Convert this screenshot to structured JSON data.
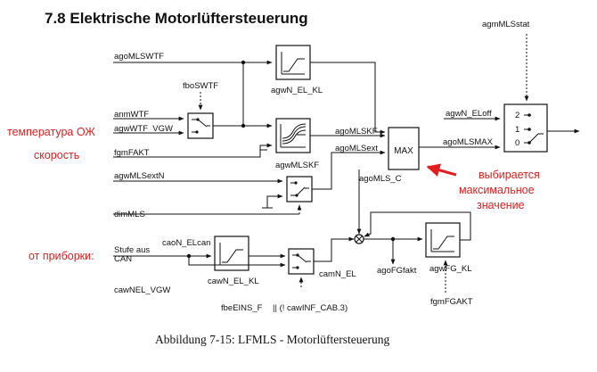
{
  "title": "7.8 Elektrische Motorlüftersteuerung",
  "caption": "Abbildung 7-15: LFMLS - Motorlüftersteuerung",
  "signals": {
    "agoMLSWTF": "agoMLSWTF",
    "fboSWTF": "fboSWTF",
    "anmWTF": "anmWTF",
    "agwWTF_VGW": "agwWTF_VGW",
    "fgmFAKT": "fgmFAKT",
    "agwMLSextN": "agwMLSextN",
    "dimMLS": "dimMLS",
    "agoMLSKF": "agoMLSKF",
    "agoMLSext": "agoMLSext",
    "agoMLS_C": "agoMLS_C",
    "agmMLSstat": "agmMLSstat",
    "agwN_ELoff": "agwN_ELoff",
    "agoMLSMAX": "agoMLSMAX",
    "stufe": "Stufe aus",
    "can": "CAN",
    "caoN_ELcan": "caoN_ELcan",
    "cawNEL_VGW": "cawNEL_VGW",
    "camN_EL": "camN_EL",
    "agoFGfakt": "agoFGfakt",
    "fgmFGAKT": "fgmFGAKT",
    "fbeEINS_F": "fbeEINS_F",
    "cawINF": "|| (! cawINF_CAB.3)"
  },
  "blocks": {
    "agwN_EL_KL": "agwN_EL_KL",
    "agwMLSKF": "agwMLSKF",
    "max": "MAX",
    "cawN_EL_KL": "cawN_EL_KL",
    "agwFG_KL": "agwFG_KL"
  },
  "switch_labels": [
    "2",
    "1",
    "0"
  ],
  "annotations": {
    "temp": "температура ОЖ",
    "speed": "скорость",
    "max_note": [
      "выбирается",
      "максимальное",
      "значение"
    ],
    "from_panel": "от приборки:"
  },
  "colors": {
    "annotation": "#e11d1d",
    "line": "#111111"
  }
}
